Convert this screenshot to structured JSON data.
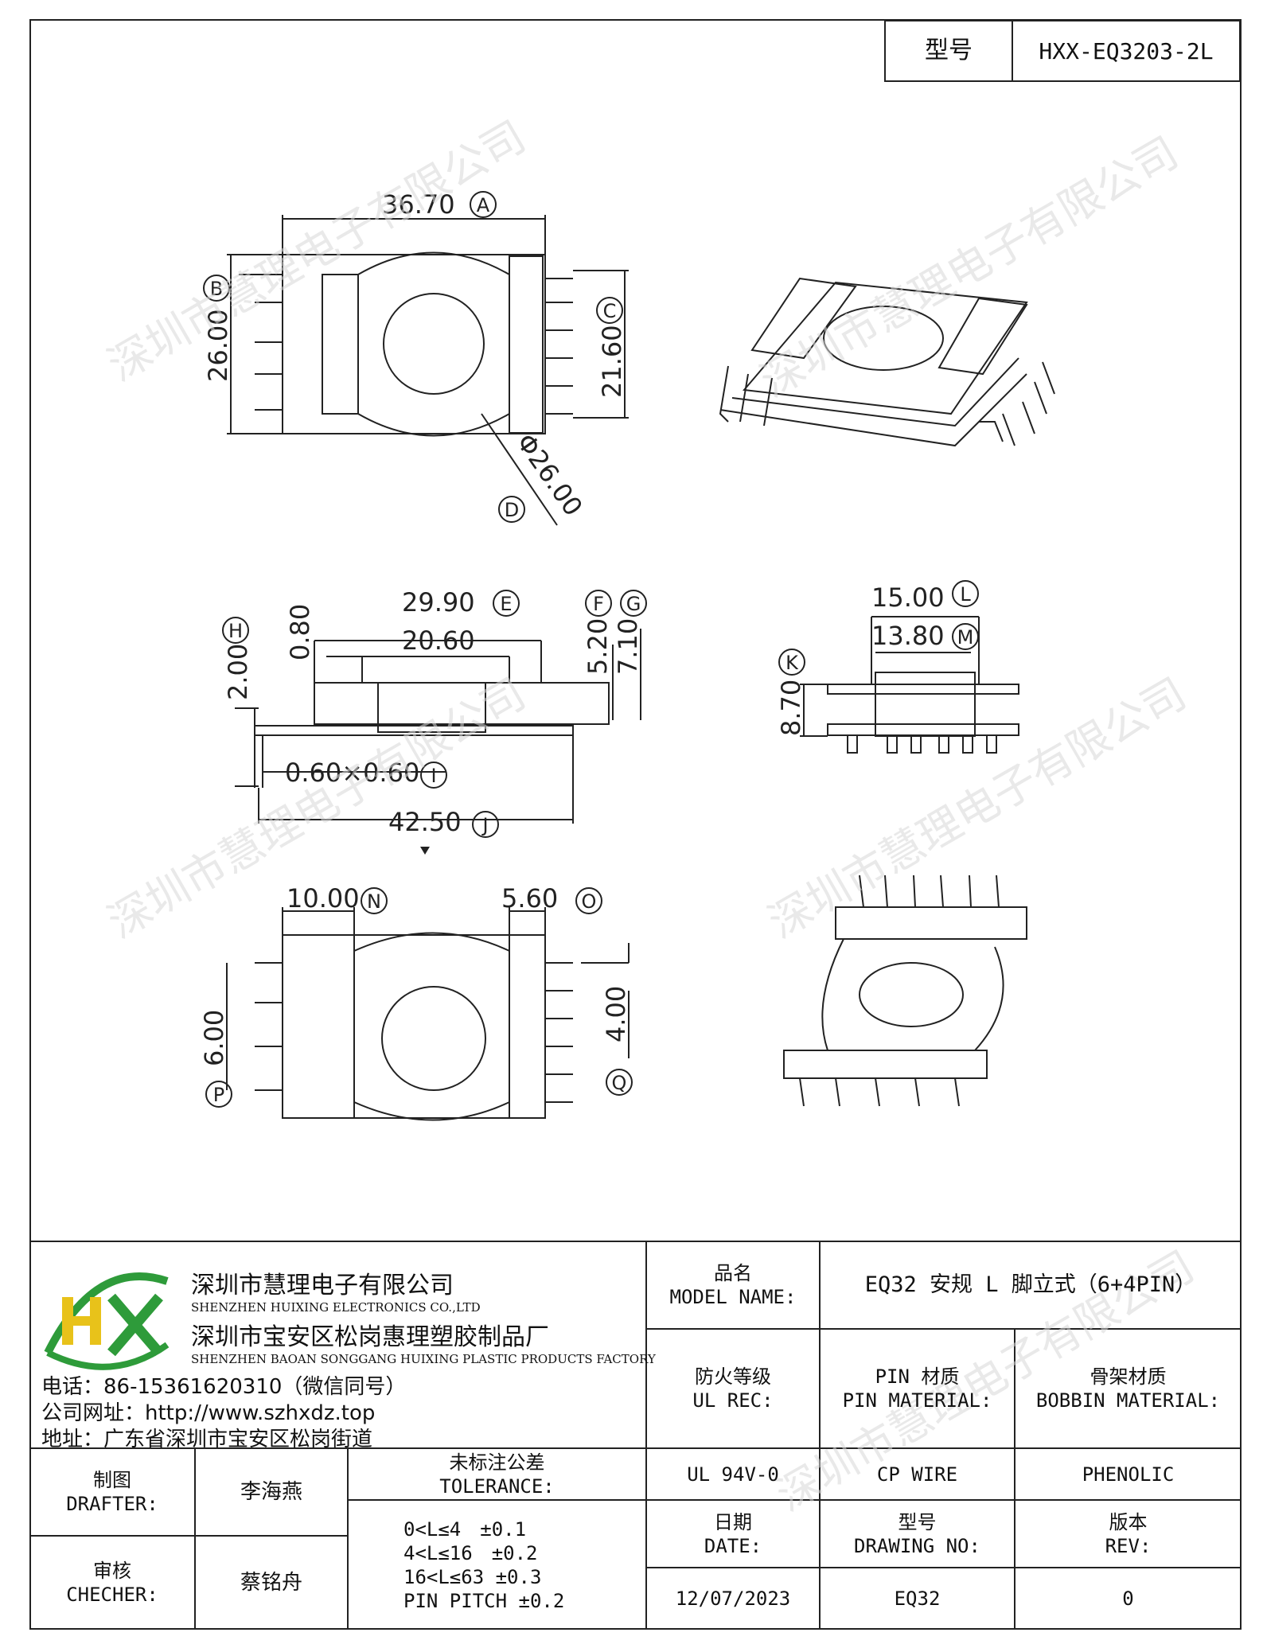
{
  "header": {
    "model_label": "型号",
    "model_value": "HXX-EQ3203-2L"
  },
  "dimensions": {
    "A": "36.70",
    "B": "26.00",
    "C": "21.60",
    "D": "Φ26.00",
    "E": "29.90",
    "E2": "20.60",
    "F": "5.20",
    "G": "7.10",
    "H": "2.00",
    "H2": "0.80",
    "I": "0.60×0.60",
    "J": "42.50",
    "L": "15.00",
    "M": "13.80",
    "K": "8.70",
    "N": "10.00",
    "O": "5.60",
    "P": "6.00",
    "Q": "4.00"
  },
  "markers": [
    "A",
    "B",
    "C",
    "D",
    "E",
    "F",
    "G",
    "H",
    "I",
    "J",
    "K",
    "L",
    "M",
    "N",
    "O",
    "P",
    "Q"
  ],
  "watermark": "深圳市慧理电子有限公司",
  "company": {
    "logo_text": "HX",
    "name_cn_1": "深圳市慧理电子有限公司",
    "name_en_1": "SHENZHEN HUIXING ELECTRONICS CO.,LTD",
    "name_cn_2": "深圳市宝安区松岗惠理塑胶制品厂",
    "name_en_2": "SHENZHEN BAOAN SONGGANG HUIXING PLASTIC PRODUCTS FACTORY",
    "phone": "电话：86-15361620310（微信同号）",
    "website": "公司网址：http://www.szhxdz.top",
    "address": "地址：广东省深圳市宝安区松岗街道"
  },
  "titleblock": {
    "model_name_cn": "品名",
    "model_name_en": "MODEL NAME:",
    "model_name_value": "EQ32 安规 L 脚立式（6+4PIN）",
    "fire_cn": "防火等级",
    "fire_en": "UL REC:",
    "pin_cn": "PIN 材质",
    "pin_en": "PIN MATERIAL:",
    "bobbin_cn": "骨架材质",
    "bobbin_en": "BOBBIN MATERIAL:",
    "fire_value": "UL 94V-0",
    "pin_value": "CP WIRE",
    "bobbin_value": "PHENOLIC",
    "drafter_cn": "制图",
    "drafter_en": "DRAFTER:",
    "drafter_value": "李海燕",
    "checker_cn": "审核",
    "checker_en": "CHECHER:",
    "checker_value": "蔡铭舟",
    "tol_cn": "未标注公差",
    "tol_en": "TOLERANCE:",
    "tol_lines": [
      "0<L≤4　±0.1",
      "4<L≤16　±0.2",
      "16<L≤63 ±0.3",
      "PIN PITCH ±0.2"
    ],
    "date_cn": "日期",
    "date_en": "DATE:",
    "date_value": "12/07/2023",
    "drawing_cn": "型号",
    "drawing_en": "DRAWING NO:",
    "drawing_value": "EQ32",
    "rev_cn": "版本",
    "rev_en": "REV:",
    "rev_value": "0"
  },
  "colors": {
    "logo_green": "#2e9b3a",
    "logo_yellow": "#e8c21a",
    "line": "#222222"
  }
}
